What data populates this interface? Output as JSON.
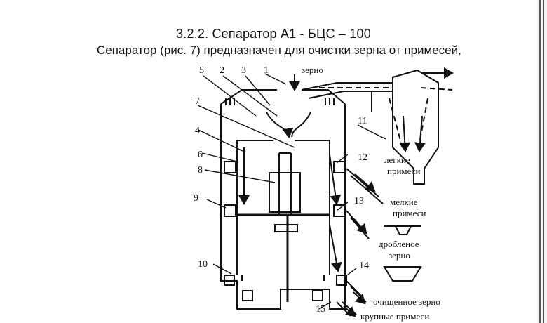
{
  "heading": "3.2.2. Сепаратор А1 - БЦС – 100",
  "subheading": "Сепаратор (рис. 7) предназначен для очистки зерна от примесей,",
  "diagram": {
    "numbers": [
      "1",
      "2",
      "3",
      "4",
      "5",
      "6",
      "7",
      "8",
      "9",
      "10",
      "11",
      "12",
      "13",
      "14",
      "15"
    ],
    "labels": {
      "grain_in": "зерно",
      "light_impurities_1": "легкие",
      "light_impurities_2": "примеси",
      "small_impurities_1": "мелкие",
      "small_impurities_2": "примеси",
      "crushed_grain_1": "дробленое",
      "crushed_grain_2": "зерно",
      "cleaned_grain": "очищенное зерно",
      "large_impurities": "крупные примеси"
    }
  }
}
